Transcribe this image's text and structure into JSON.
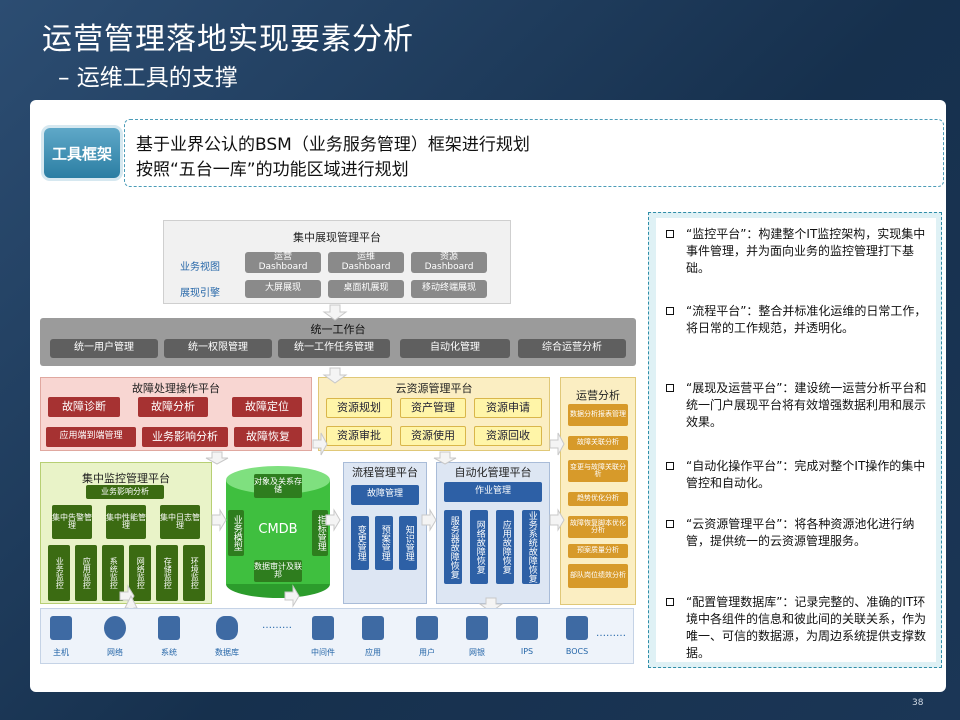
{
  "header": {
    "title": "运营管理落地实现要素分析",
    "subtitle": "– 运维工具的支撑"
  },
  "tag": {
    "label": "工具框架"
  },
  "headline": {
    "line1": "基于业界公认的BSM（业务服务管理）框架进行规划",
    "line2": "按照“五台一库”的功能区域进行规划"
  },
  "diagram": {
    "display_platform": {
      "title": "集中展现管理平台",
      "row1_label": "业务视图",
      "row2_label": "展现引擎",
      "views": [
        "运营\nDashboard",
        "运维\nDashboard",
        "资源\nDashboard"
      ],
      "engines": [
        "大屏展现",
        "桌面机展现",
        "移动终端展现"
      ]
    },
    "workbench": {
      "title": "统一工作台",
      "items": [
        "统一用户管理",
        "统一权限管理",
        "统一工作任务管理",
        "自动化管理",
        "综合运营分析"
      ]
    },
    "fault_platform": {
      "title": "故障处理操作平台",
      "row1": [
        "故障诊断",
        "故障分析",
        "故障定位"
      ],
      "row2": [
        "应用端到端管理",
        "业务影响分析",
        "故障恢复"
      ]
    },
    "cloud_platform": {
      "title": "云资源管理平台",
      "row1": [
        "资源规划",
        "资产管理",
        "资源申请"
      ],
      "row2": [
        "资源审批",
        "资源使用",
        "资源回收"
      ]
    },
    "ops_analysis": {
      "title": "运营分析",
      "items": [
        "数据分析报表管理",
        "故障关联分析",
        "变更与故障关联分析",
        "趋势优化分析",
        "故障恢复脚本优化分析",
        "预案质量分析",
        "部队岗位绩效分析"
      ]
    },
    "monitor_platform": {
      "title": "集中监控管理平台",
      "sub": "业务影响分析",
      "centers": [
        "集中告警管理",
        "集中性能管理",
        "集中日志管理"
      ],
      "monitors": [
        "业务监控",
        "应用监控",
        "系统监控",
        "网络监控",
        "存储监控",
        "环境监控"
      ]
    },
    "cmdb": {
      "top": "对象及关系存储",
      "name": "CMDB",
      "bottom": "数据审计及联邦",
      "left": "业务模型",
      "right": "指标管理"
    },
    "process_platform": {
      "title": "流程管理平台",
      "sub": "故障管理",
      "items": [
        "变更管理",
        "预案管理",
        "知识管理"
      ]
    },
    "auto_platform": {
      "title": "自动化管理平台",
      "sub": "作业管理",
      "items": [
        "服务器故障恢复",
        "网络故障恢复",
        "应用故障恢复",
        "业务系统故障恢复"
      ]
    },
    "resources": [
      "主机",
      "网络",
      "系统",
      "数据库",
      "中间件",
      "应用",
      "用户",
      "网银",
      "IPS",
      "BOCS"
    ],
    "dots": "………"
  },
  "bullets": [
    "“监控平台”：构建整个IT监控架构，实现集中事件管理，并为面向业务的监控管理打下基础。",
    "“流程平台”：整合并标准化运维的日常工作，将日常的工作规范，并透明化。",
    "“展现及运营平台”：建设统一运营分析平台和统一门户展现平台将有效增强数据利用和展示效果。",
    "“自动化操作平台”：完成对整个IT操作的集中管控和自动化。",
    "“云资源管理平台”：将各种资源池化进行纳管，提供统一的云资源管理服务。",
    "“配置管理数据库”：记录完整的、准确的IT环境中各组件的信息和彼此间的关联关系，作为唯一、可信的数据源，为周边系统提供支撑数据。"
  ],
  "page_number": "38"
}
